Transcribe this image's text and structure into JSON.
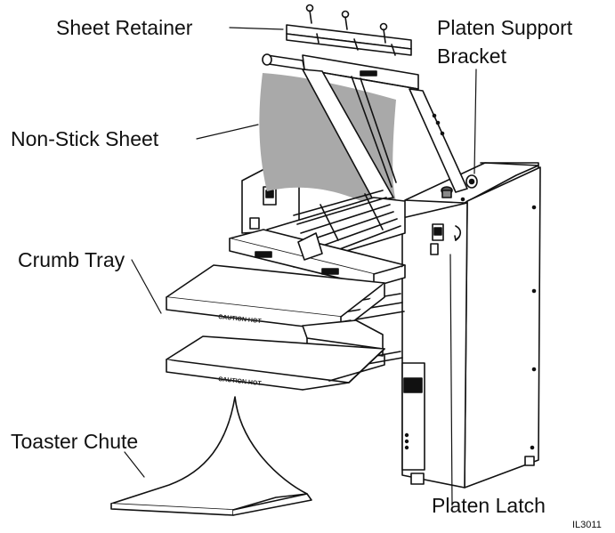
{
  "callouts": {
    "sheet_retainer": "Sheet Retainer",
    "platen_support_bracket": [
      "Platen Support",
      "Bracket"
    ],
    "non_stick_sheet": "Non-Stick Sheet",
    "crumb_tray": "Crumb Tray",
    "toaster_chute": "Toaster Chute",
    "platen_latch": "Platen Latch"
  },
  "part_markings": {
    "crumb_tray_label": "CAUTION HOT",
    "lower_tray_label": "CAUTION HOT"
  },
  "figure_id": "IL3011",
  "colors": {
    "line": "#111111",
    "sheet_fill": "#a9a9a9",
    "body_fill": "#ffffff"
  }
}
